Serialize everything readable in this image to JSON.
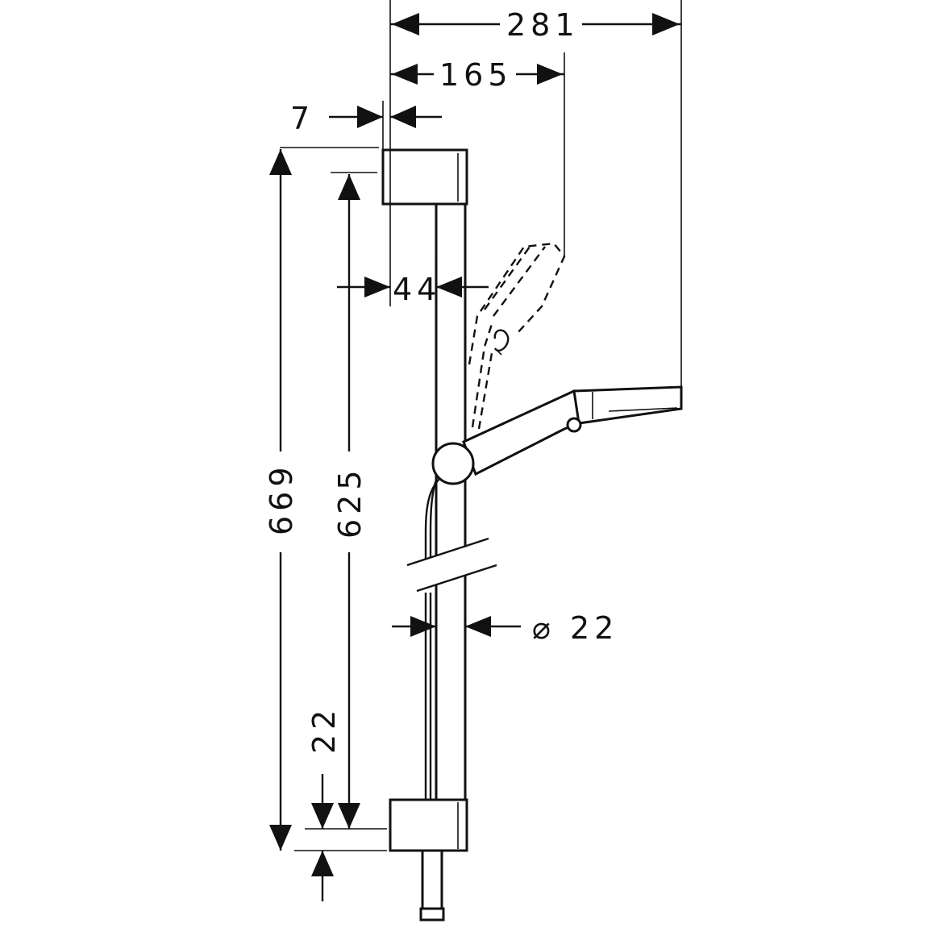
{
  "dimensions": {
    "overall_reach": "281",
    "handset_reach": "165",
    "wall_offset": "7",
    "bracket_depth": "44",
    "total_height": "669",
    "bracket_spacing": "625",
    "bracket_bottom": "22",
    "rail_diameter": "⌀ 22"
  }
}
